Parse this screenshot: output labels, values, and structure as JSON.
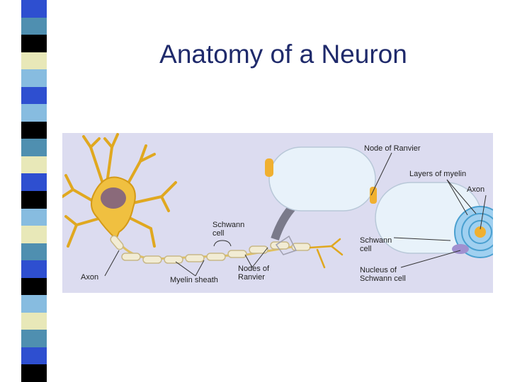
{
  "slide": {
    "title": "Anatomy of a Neuron"
  },
  "side_strip": {
    "colors": [
      "#2e4fd0",
      "#4f8fb0",
      "#000000",
      "#e8e8b8",
      "#87bce0",
      "#2e4fd0",
      "#87bce0",
      "#000000",
      "#4f8fb0",
      "#e8e8b8",
      "#2e4fd0",
      "#000000",
      "#87bce0",
      "#e8e8b8",
      "#4f8fb0",
      "#2e4fd0",
      "#000000",
      "#87bce0",
      "#e8e8b8",
      "#4f8fb0",
      "#2e4fd0",
      "#000000"
    ]
  },
  "diagram": {
    "labels": {
      "node_of_ranvier": "Node of Ranvier",
      "layers_of_myelin": "Layers of myelin",
      "axon_right": "Axon",
      "schwann_cell_top": "Schwann\ncell",
      "schwann_cell_right": "Schwann\ncell",
      "nodes_of_ranvier": "Nodes of\nRanvier",
      "nucleus_of_schwann_cell": "Nucleus of\nSchwann cell",
      "axon_left": "Axon",
      "myelin_sheath": "Myelin sheath"
    },
    "colors": {
      "background": "#dcdcf0",
      "cell_body": "#f0c040",
      "myelin": "#f2ecd4",
      "sheath_3d": "#e8f2fa",
      "arrow": "#7a7a8a"
    }
  }
}
